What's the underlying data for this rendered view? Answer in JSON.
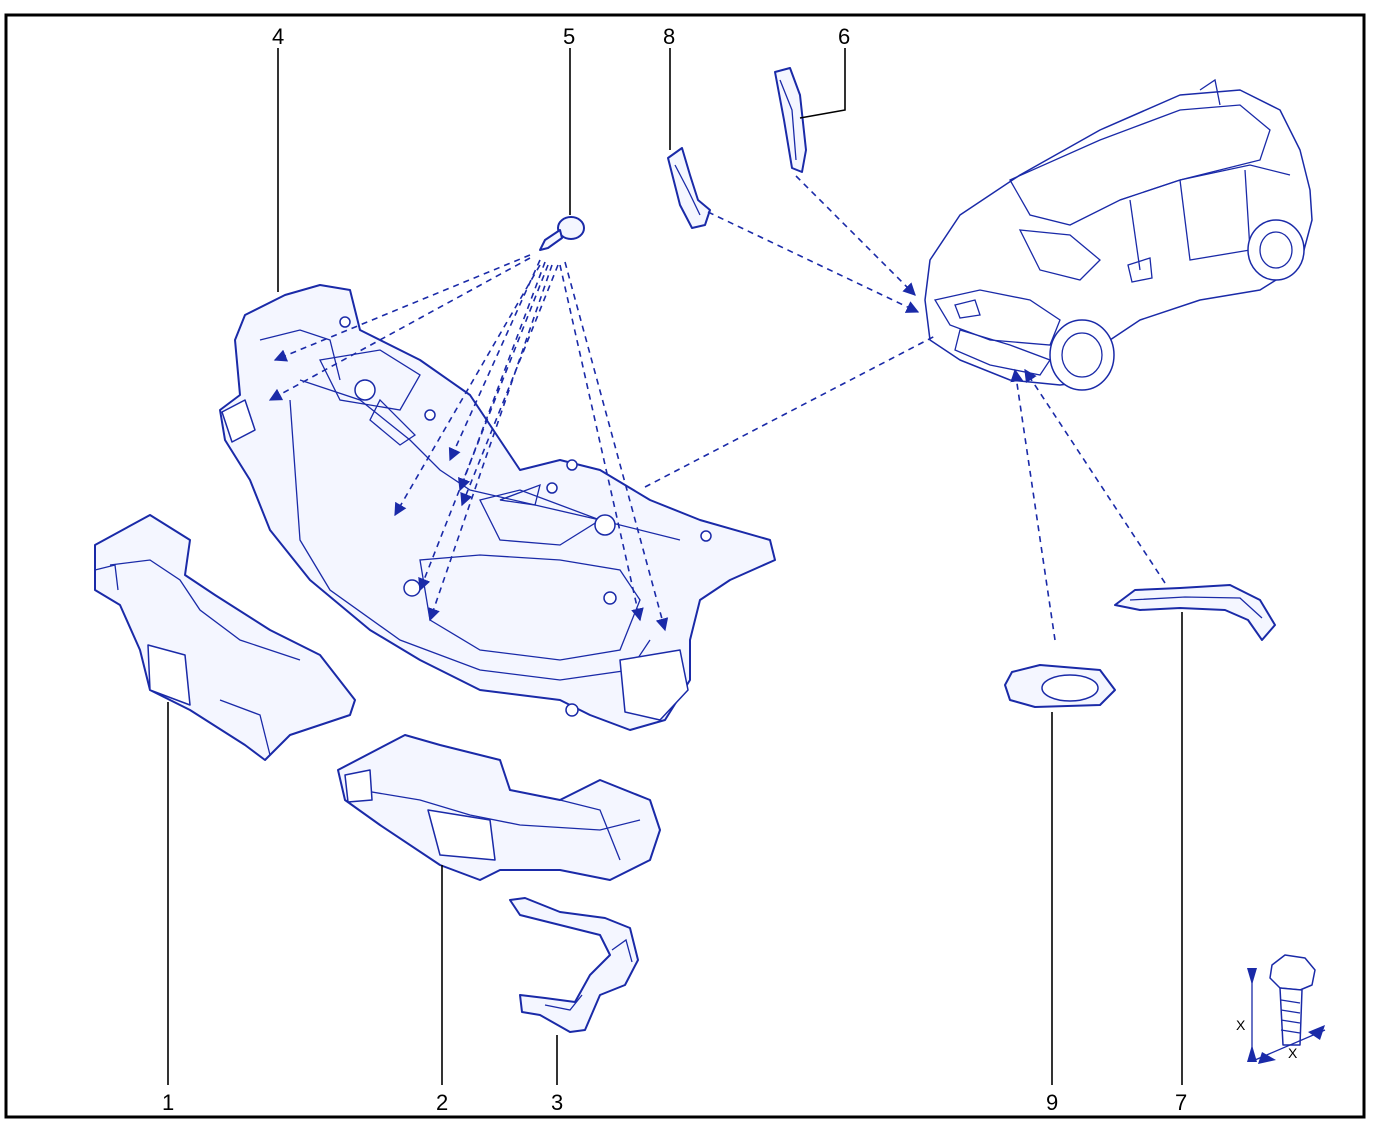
{
  "diagram": {
    "callouts": {
      "c1": "1",
      "c2": "2",
      "c3": "3",
      "c4": "4",
      "c5": "5",
      "c6": "6",
      "c7": "7",
      "c8": "8",
      "c9": "9"
    },
    "bolt_symbol": {
      "label_left": "X",
      "label_bottom": "X"
    },
    "colors": {
      "line": "#1a2aa8",
      "fill": "#f4f6ff"
    }
  }
}
